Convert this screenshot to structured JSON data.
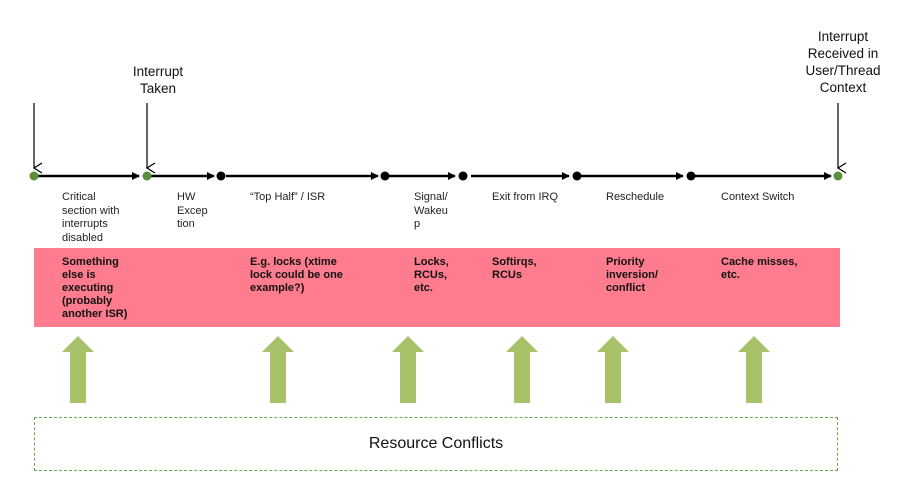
{
  "top_labels": {
    "interrupt_taken": "Interrupt\nTaken",
    "interrupt_received": "Interrupt\nReceived in\nUser/Thread\nContext"
  },
  "stages": [
    "Critical\nsection with\ninterrupts\ndisabled",
    "HW\nExcep\ntion",
    "“Top Half” / ISR",
    "Signal/\nWakeu\np",
    "Exit from IRQ",
    "Reschedule",
    "Context Switch"
  ],
  "conflicts": [
    "Something\nelse is\nexecuting\n(probably\nanother ISR)",
    "E.g. locks (xtime\nlock could be one\nexample?)",
    "Locks,\nRCUs,\netc.",
    "Softirqs,\nRCUs",
    "Priority\ninversion/\nconflict",
    "Cache misses,\netc."
  ],
  "resource_conflicts_label": "Resource Conflicts",
  "colors": {
    "band": "#ff7b8e",
    "arrow_green": "#a8c26a",
    "dot_green": "#5a8f3c",
    "dashed_border": "#6aa84f"
  }
}
